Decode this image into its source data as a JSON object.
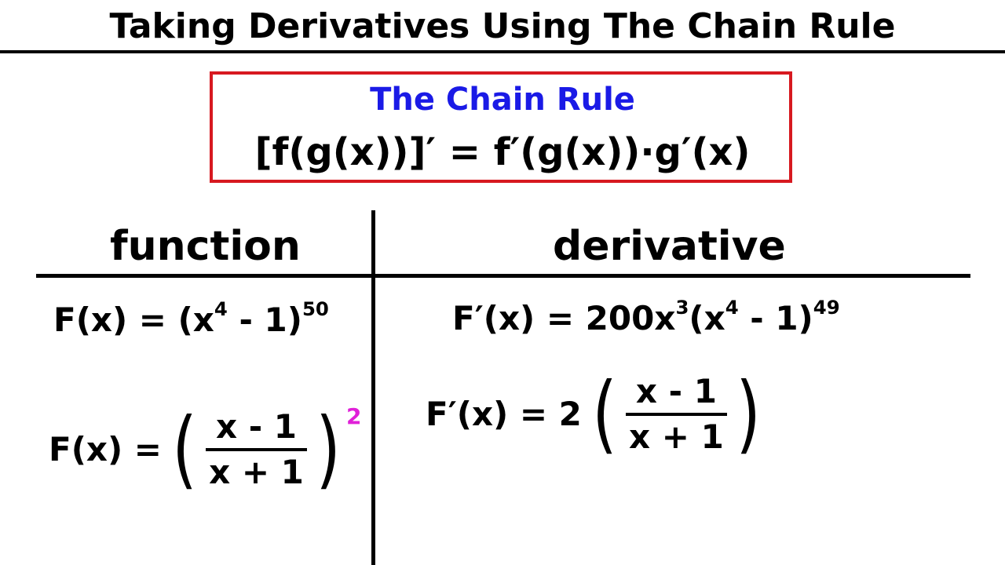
{
  "title": "Taking Derivatives Using The Chain Rule",
  "rule": {
    "name": "The Chain Rule",
    "formula": "[f(g(x))]′ = f′(g(x))·g′(x)"
  },
  "table": {
    "headers": [
      "function",
      "derivative"
    ],
    "example1": {
      "func_base": "F(x) = (x",
      "func_exp_inner": "4",
      "func_mid": " - 1)",
      "func_exp_outer": "50",
      "deriv_base": "F′(x) = 200x",
      "deriv_exp_a": "3",
      "deriv_mid_a": "(x",
      "deriv_exp_b": "4",
      "deriv_mid_b": " - 1)",
      "deriv_exp_c": "49"
    },
    "example2": {
      "func_lhs": "F(x) =",
      "func_numerator": "x - 1",
      "func_denominator": "x + 1",
      "func_exponent": "2",
      "deriv_lhs": "F′(x) = 2",
      "deriv_numerator": "x - 1",
      "deriv_denominator": "x + 1"
    }
  },
  "colors": {
    "rule_box_border": "#d71920",
    "rule_name": "#1a1ae6",
    "exponent_highlight": "#e020d8"
  }
}
